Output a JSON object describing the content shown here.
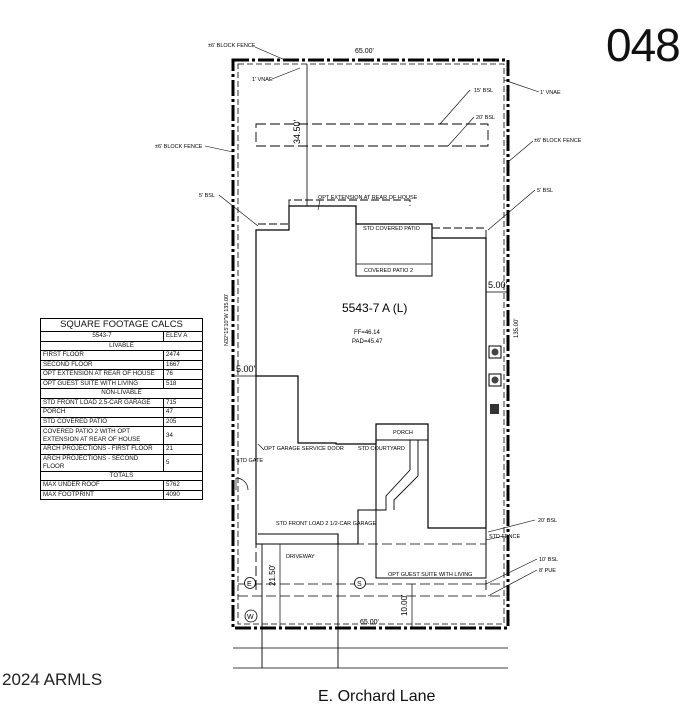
{
  "lot_number": "048",
  "watermark": "2024 ARMLS",
  "street": "E. Orchard Lane",
  "plan": {
    "title": "5543-7 A (L)",
    "ff": "FF=46.14",
    "pad": "PAD=45.47"
  },
  "labels": {
    "block_fence_top": "±6' BLOCK FENCE",
    "block_fence_left": "±6' BLOCK FENCE",
    "block_fence_right": "±6' BLOCK FENCE",
    "dim_top": "65.00'",
    "dim_bottom": "65.00'",
    "vnae_left": "1' VNAE",
    "vnae_right": "1' VNAE",
    "bsl_15": "15' BSL",
    "bsl_20_top": "20' BSL",
    "bsl_5_left": "5' BSL",
    "bsl_5_right": "5' BSL",
    "dim_rear": "34.50'",
    "opt_extension": "OPT EXTENSION AT REAR OF HOUSE",
    "std_covered_patio": "STD COVERED PATIO",
    "covered_patio_2": "COVERED PATIO 2",
    "side_right": "5.00'",
    "side_left": "5.00'",
    "bearing": "N32°15'10\"W  135.00'",
    "depth_right": "135.00'",
    "porch": "PORCH",
    "std_courtyard": "STD COURTYARD",
    "opt_garage_door": "OPT GARAGE SERVICE DOOR",
    "std_gate": "STD GATE",
    "garage": "STD FRONT LOAD 2 1/2-CAR GARAGE",
    "driveway": "DRIVEWAY",
    "bsl_20_front": "20' BSL",
    "std_fence": "STD FENCE",
    "bsl_10": "10' BSL",
    "pue_8": "8' PUE",
    "guest_suite": "OPT GUEST SUITE WITH LIVING",
    "dim_front_left": "21.50'",
    "dim_front_right": "10.00'",
    "marker_e": "E",
    "marker_s": "S",
    "marker_w": "W"
  },
  "table": {
    "title": "SQUARE FOOTAGE CALCS",
    "plan_code": "5543-7",
    "elev": "ELEV A",
    "livable_header": "LIVABLE",
    "livable": [
      {
        "label": "FIRST FLOOR",
        "value": "2474"
      },
      {
        "label": "SECOND FLOOR",
        "value": "1667"
      },
      {
        "label": "OPT EXTENSION AT REAR OF HOUSE",
        "value": "76"
      },
      {
        "label": "OPT GUEST SUITE WITH LIVING",
        "value": "518"
      }
    ],
    "nonlivable_header": "NON-LIVABLE",
    "nonlivable": [
      {
        "label": "STD FRONT LOAD 2.5-CAR GARAGE",
        "value": "715"
      },
      {
        "label": "PORCH",
        "value": "47"
      },
      {
        "label": "STD COVERED PATIO",
        "value": "205"
      },
      {
        "label": "COVERED PATIO 2 WITH OPT EXTENSION AT REAR OF HOUSE",
        "value": "34"
      },
      {
        "label": "ARCH PROJECTIONS - FIRST FLOOR",
        "value": "21"
      },
      {
        "label": "ARCH PROJECTIONS - SECOND FLOOR",
        "value": "5"
      }
    ],
    "totals_header": "TOTALS",
    "totals": [
      {
        "label": "MAX UNDER ROOF",
        "value": "5762"
      },
      {
        "label": "MAX FOOTPRINT",
        "value": "4090"
      }
    ]
  }
}
